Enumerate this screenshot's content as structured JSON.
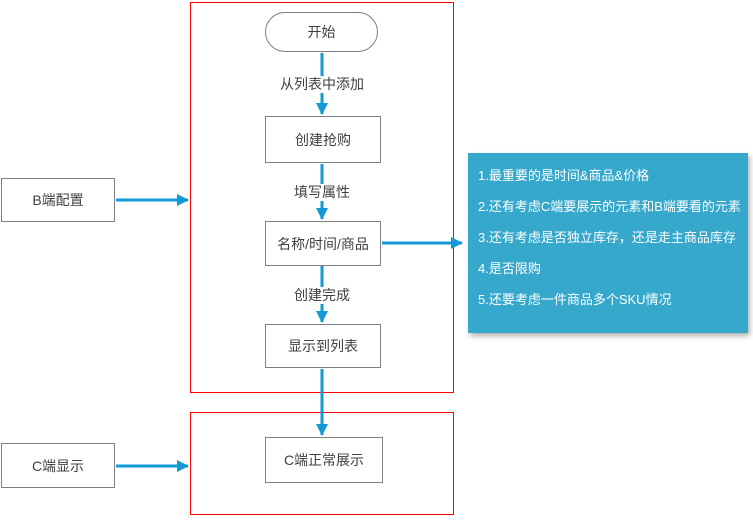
{
  "colors": {
    "arrow": "#1399d6",
    "note_background": "#35a8cc",
    "frame_border": "#ff0000",
    "node_border": "#7f7f7f",
    "node_text": "#404040",
    "note_text": "#ffffff"
  },
  "nodes": {
    "start": "开始",
    "create_flash_sale": "创建抢购",
    "name_time_product": "名称/时间/商品",
    "show_in_list": "显示到列表",
    "c_side_normal_display": "C端正常展示",
    "b_side_config": "B端配置",
    "c_side_display": "C端显示"
  },
  "edge_labels": {
    "add_from_list": "从列表中添加",
    "fill_attributes": "填写属性",
    "creation_done": "创建完成"
  },
  "note": {
    "lines": [
      "1.最重要的是时间&商品&价格",
      "2.还有考虑C端要展示的元素和B端要看的元素",
      "3.还有考虑是否独立库存，还是走主商品库存",
      "4.是否限购",
      "5.还要考虑一件商品多个SKU情况"
    ]
  }
}
